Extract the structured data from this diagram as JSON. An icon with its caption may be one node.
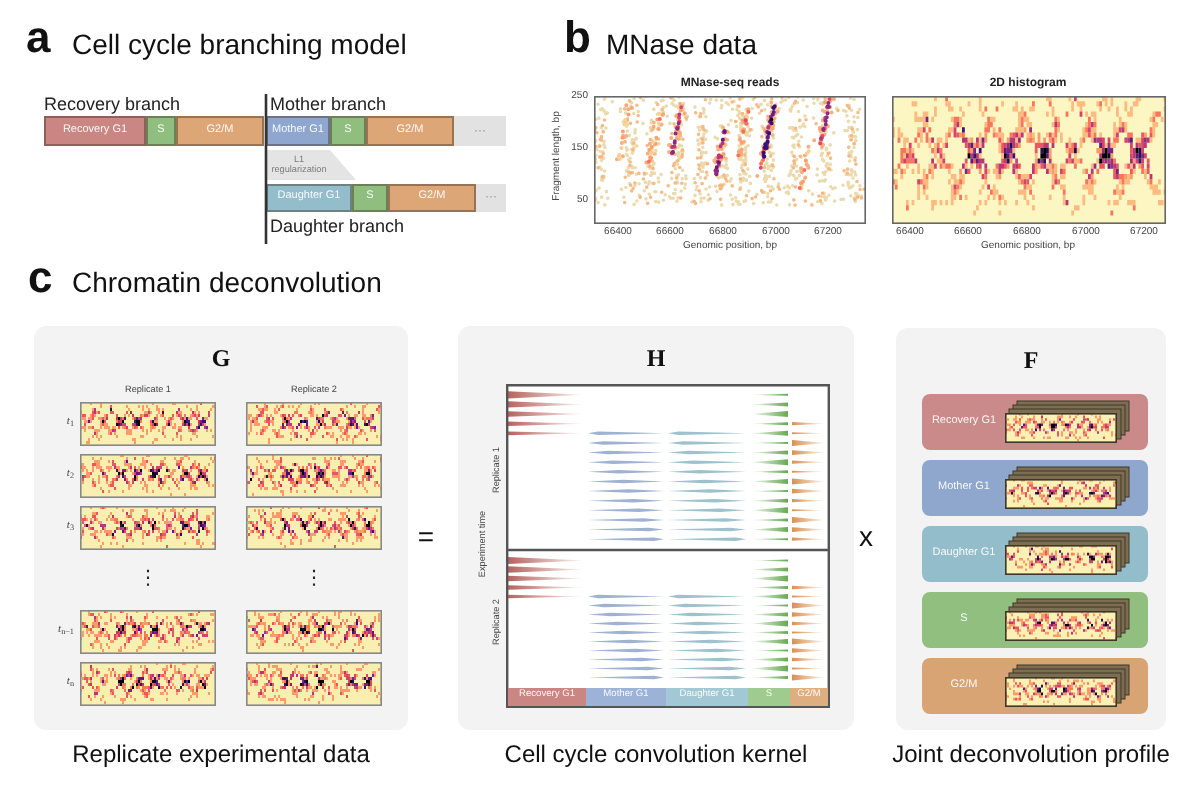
{
  "diagram": {
    "nodes": [
      {
        "text": [
          "Recovery G1"
        ]
      },
      {
        "text": [
          "S"
        ]
      },
      {
        "text": [
          "G2/M"
        ]
      },
      {
        "text": [
          "Mother G1"
        ]
      },
      {
        "text": [
          "S"
        ]
      },
      {
        "text": [
          "G2/M"
        ]
      },
      {
        "text": [
          "···"
        ]
      },
      {
        "text": [
          "L1 regularization"
        ]
      },
      {
        "text": [
          "Daughter G1"
        ]
      },
      {
        "text": [
          "S"
        ]
      },
      {
        "text": [
          "G2/M"
        ]
      },
      {
        "text": [
          "···"
        ]
      },
      {
        "text": [
          "G"
        ],
        "beside": [
          "Replicate experimental data"
        ]
      },
      {
        "text": [
          "H"
        ],
        "beside": [
          "Cell cycle convolution kernel"
        ]
      },
      {
        "text": [
          "Recovery G1"
        ],
        "in": 13
      },
      {
        "text": [
          "Mother G1"
        ],
        "in": 13
      },
      {
        "text": [
          "Daughter G1"
        ],
        "in": 13
      },
      {
        "text": [
          "S"
        ],
        "in": 13
      },
      {
        "text": [
          "G2/M"
        ],
        "in": 13
      },
      {
        "text": [
          "F"
        ],
        "beside": [
          "Joint deconvolution profile"
        ]
      },
      {
        "text": [
          "Recovery G1"
        ],
        "in": 19
      },
      {
        "text": [
          "Mother G1"
        ],
        "in": 19
      },
      {
        "text": [
          "Daughter G1"
        ],
        "in": 19
      },
      {
        "text": [
          "S"
        ],
        "in": 19
      },
      {
        "text": [
          "G2/M"
        ],
        "in": 19
      }
    ],
    "labels": [
      "a",
      "Cell cycle branching model",
      "Recovery branch",
      "Mother branch",
      "Daughter branch",
      "b",
      "MNase data",
      "MNase-seq reads",
      "2D histogram",
      "250",
      "150",
      "50",
      "Fragment length, bp",
      "66400",
      "66600",
      "66800",
      "67000",
      "67200",
      "Genomic position, bp",
      "66400",
      "66600",
      "66800",
      "67000",
      "67200",
      "Genomic position, bp",
      "c",
      "Chromatin deconvolution",
      "Replicate 1",
      "Replicate 2",
      "*t*$_{1}$",
      "*t*$_{2}$",
      "*t*$_{3}$",
      "⋮",
      "⋮",
      "*t*$_{n−1}$",
      "*t*$_{n}$",
      "=",
      "Experiment time",
      "Replicate 1",
      "Replicate 2",
      "x"
    ]
  }
}
